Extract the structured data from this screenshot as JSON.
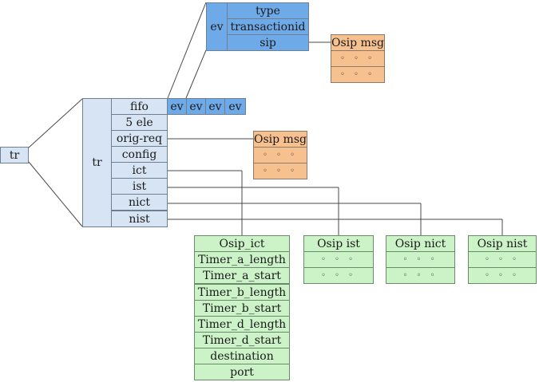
{
  "root": {
    "label": "tr"
  },
  "tr_struct": {
    "label": "tr",
    "fields": [
      "fifo",
      "5 ele",
      "orig-req",
      "config",
      "ict",
      "ist",
      "nict",
      "nist"
    ]
  },
  "fifo_events": [
    "ev",
    "ev",
    "ev",
    "ev"
  ],
  "ev_struct": {
    "label": "ev",
    "fields": [
      "type",
      "transactionid",
      "sip"
    ]
  },
  "osip_msg_top": {
    "title": "Osip msg",
    "rows": [
      "◦ ◦ ◦",
      "◦ ◦ ◦"
    ]
  },
  "osip_msg_mid": {
    "title": "Osip msg",
    "rows": [
      "◦ ◦ ◦",
      "◦ ◦ ◦"
    ]
  },
  "osip_ict": {
    "title": "Osip_ict",
    "fields": [
      "Timer_a_length",
      "Timer_a_start",
      "Timer_b_length",
      "Timer_b_start",
      "Timer_d_length",
      "Timer_d_start",
      "destination",
      "port"
    ]
  },
  "osip_ist": {
    "title": "Osip ist",
    "rows": [
      "◦ ◦ ◦",
      "◦ ◦ ◦"
    ]
  },
  "osip_nict": {
    "title": "Osip nict",
    "rows": [
      "◦ ◦ ◦",
      "◦ ◦ ◦"
    ]
  },
  "osip_nist": {
    "title": "Osip nist",
    "rows": [
      "◦ ◦ ◦",
      "◦ ◦ ◦"
    ]
  },
  "colors": {
    "light_blue": "#d7e4f3",
    "blue": "#6ea9e8",
    "orange": "#f7c08f",
    "green": "#ccf2c8",
    "line": "#4a4a4a"
  }
}
